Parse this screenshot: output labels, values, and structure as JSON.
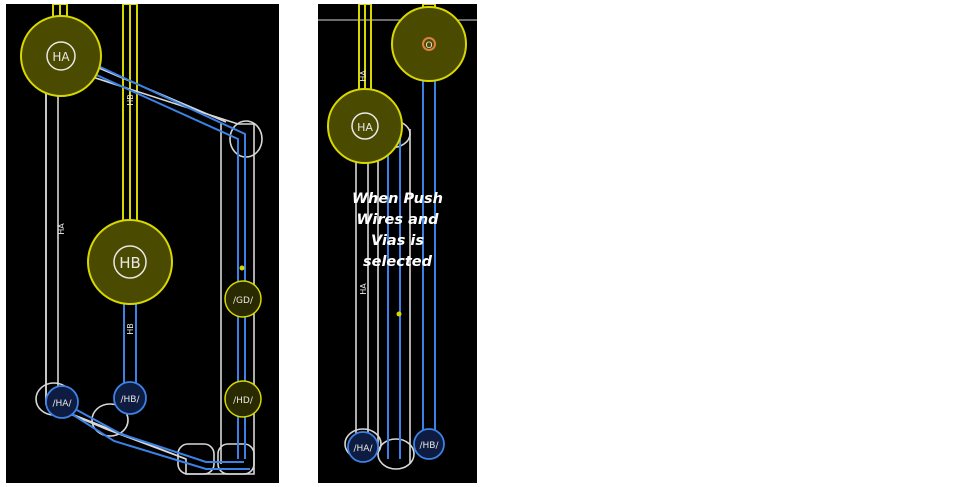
{
  "left_panel": {
    "labels": {
      "top_via": "HA",
      "mid_via": "HB",
      "via_gd": "/GD/",
      "via_hd": "/HD/",
      "via_ha_bottom": "/HA/",
      "via_hb_bottom": "/HB/",
      "net_ha_vertical": "HA",
      "net_hb_upper": "HB",
      "net_hb_lower": "HB"
    }
  },
  "right_panel": {
    "caption": "When Push\nWires and\nVias is\nselected",
    "labels": {
      "via_ha": "HA",
      "via_o": "O",
      "net_ha_upper": "HA",
      "net_ha_lower": "HA",
      "via_ha_bottom": "/HA/",
      "via_hb_bottom": "/HB/"
    }
  },
  "colors": {
    "background": "#000000",
    "yellow_trace": "#d8d800",
    "blue_trace": "#3c82e6",
    "white_outline": "#d8d8d8",
    "page": "#ffffff"
  }
}
